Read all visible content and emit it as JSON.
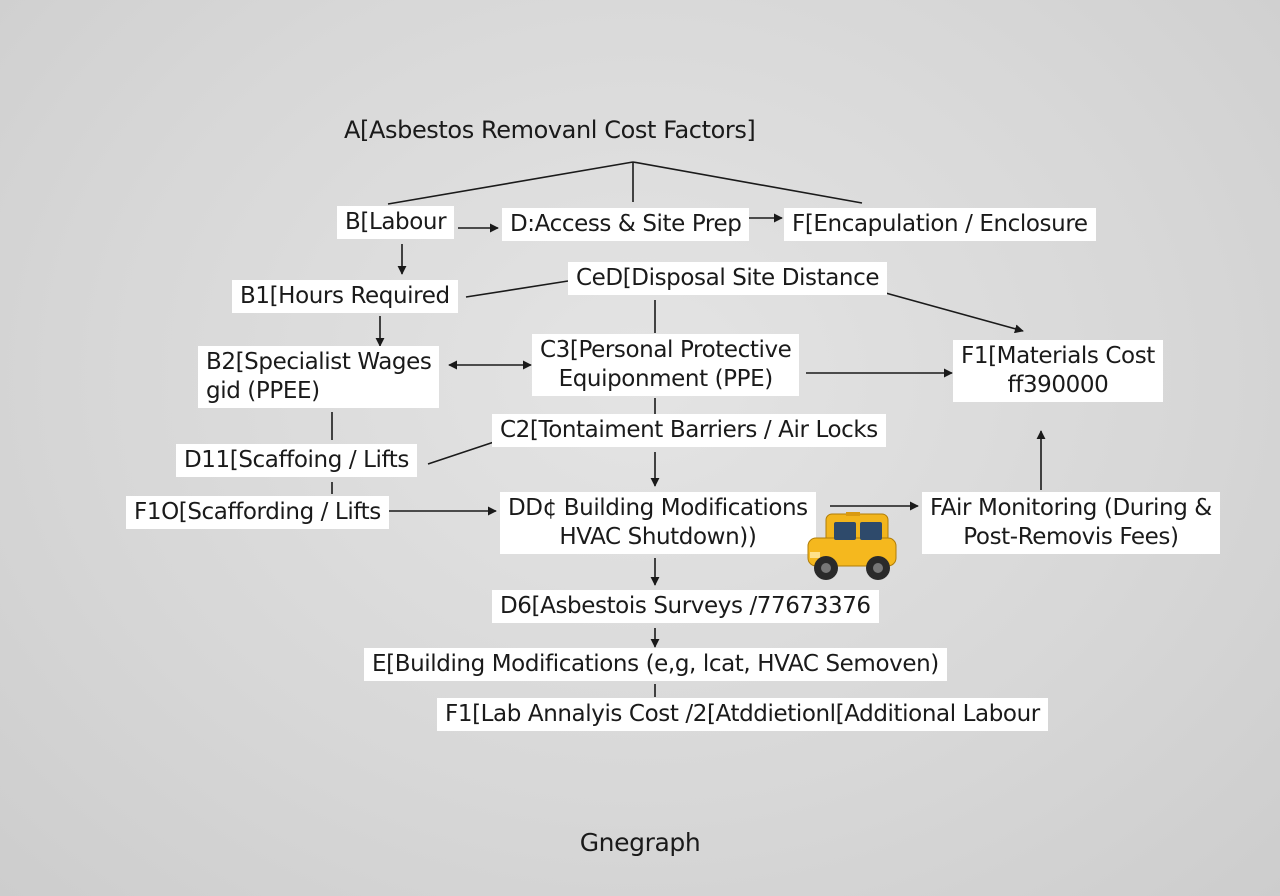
{
  "diagram": {
    "title": "A[Asbestos Removanl Cost Factors]",
    "footer": "Gnegraph",
    "colors": {
      "background": "#d9d9d9",
      "node_fill": "#ffffff",
      "edge": "#1a1a1a",
      "truck_body": "#f2b51c"
    },
    "nodes": [
      {
        "id": "A",
        "lines": [
          "A[Asbestos Removanl Cost Factors]"
        ]
      },
      {
        "id": "B",
        "lines": [
          "B[Labour"
        ]
      },
      {
        "id": "D",
        "lines": [
          "D:Access & Site Prep"
        ]
      },
      {
        "id": "F",
        "lines": [
          "F[Encapulation / Enclosure"
        ]
      },
      {
        "id": "B1",
        "lines": [
          "B1[Hours Required"
        ]
      },
      {
        "id": "CeD",
        "lines": [
          "CeD[Disposal Site Distance"
        ]
      },
      {
        "id": "B2",
        "lines": [
          "B2[Specialist Wages",
          "gid (PPEE)"
        ]
      },
      {
        "id": "C3",
        "lines": [
          "C3[Personal Protective",
          "Equiponment (PPE)"
        ]
      },
      {
        "id": "F1m",
        "lines": [
          "F1[Materials Cost",
          "ff390000"
        ]
      },
      {
        "id": "C2",
        "lines": [
          "C2[Tontaiment Barriers / Air Locks"
        ]
      },
      {
        "id": "D11",
        "lines": [
          "D11[Scaffoing / Lifts"
        ]
      },
      {
        "id": "F10",
        "lines": [
          "F1O[Scaffording / Lifts"
        ]
      },
      {
        "id": "DDC",
        "lines": [
          "DD¢ Building Modifications",
          "HVAC Shutdown))"
        ]
      },
      {
        "id": "FAir",
        "lines": [
          "FAir Monitoring (During &",
          "Post-Removis Fees)"
        ]
      },
      {
        "id": "D6",
        "lines": [
          "D6[Asbestois Surveys /77673376"
        ]
      },
      {
        "id": "E",
        "lines": [
          "E[Building Modifications (e,g,  lcat, HVAC Semoven)"
        ]
      },
      {
        "id": "F1l",
        "lines": [
          "F1[Lab Annalyis Cost /2[Atddietionl[Additional Labour"
        ]
      }
    ],
    "icon": "truck-icon"
  }
}
